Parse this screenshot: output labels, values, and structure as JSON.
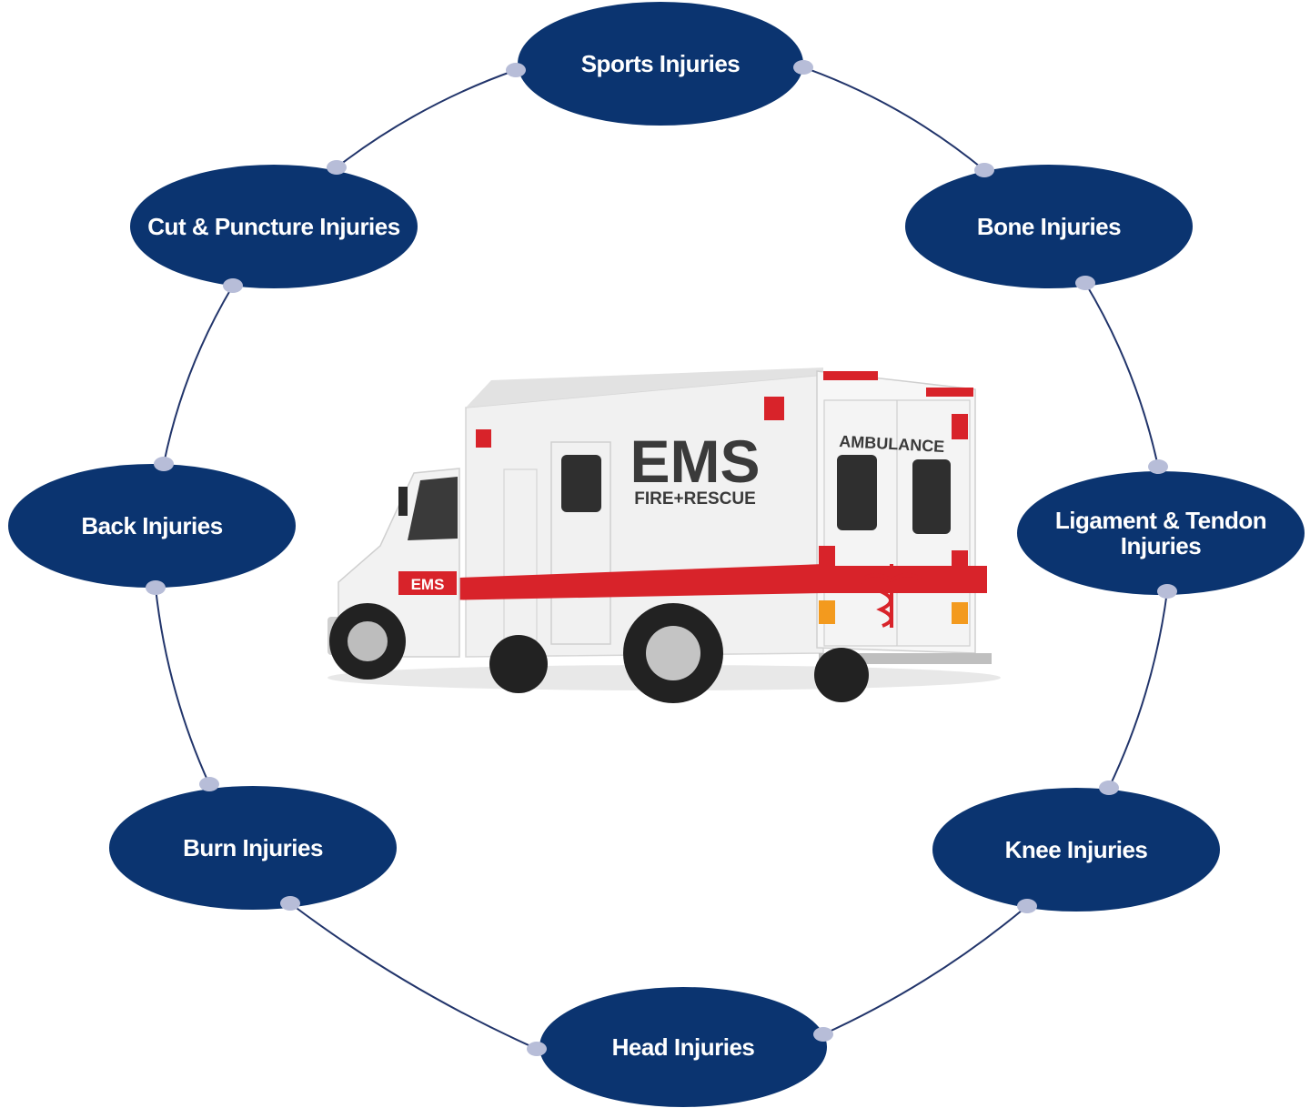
{
  "colors": {
    "node_fill": "#0b3470",
    "connector_line": "#22356b",
    "connector_dot": "#b7bdd8",
    "label_text": "#ffffff",
    "van_red": "#d8232a",
    "van_body": "#f3f3f3"
  },
  "center_image": {
    "icon": "ambulance-icon",
    "side_text": "EMS",
    "side_subtext": "FIRE+RESCUE",
    "rear_text": "AMBULANCE",
    "stripe_text": "EMS",
    "rear_emblem_icon": "caduceus-icon"
  },
  "nodes": [
    {
      "id": "sports",
      "lines": [
        "Sports Injuries"
      ]
    },
    {
      "id": "bone",
      "lines": [
        "Bone Injuries"
      ]
    },
    {
      "id": "ligament",
      "lines": [
        "Ligament & Tendon",
        "Injuries"
      ]
    },
    {
      "id": "knee",
      "lines": [
        "Knee Injuries"
      ]
    },
    {
      "id": "head",
      "lines": [
        "Head Injuries"
      ]
    },
    {
      "id": "burn",
      "lines": [
        "Burn Injuries"
      ]
    },
    {
      "id": "back",
      "lines": [
        "Back Injuries"
      ]
    },
    {
      "id": "cut",
      "lines": [
        "Cut & Puncture Injuries"
      ]
    }
  ]
}
